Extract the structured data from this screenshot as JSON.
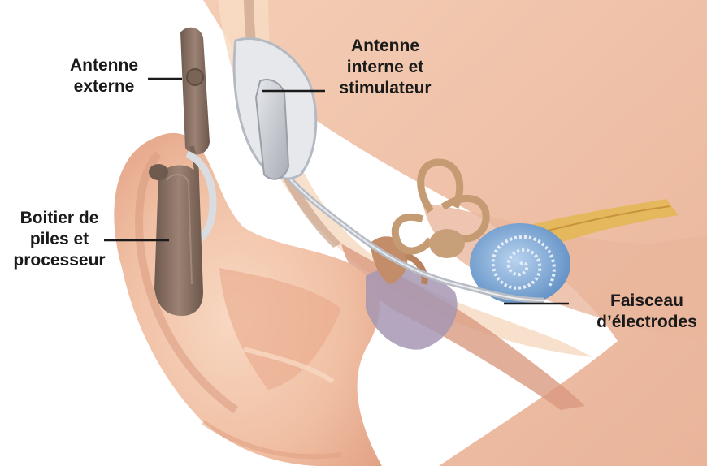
{
  "labels": {
    "external_antenna": [
      "Antenne",
      "externe"
    ],
    "internal_antenna": [
      "Antenne",
      "interne et",
      "stimulateur"
    ],
    "battery_processor": [
      "Boitier de",
      "piles et",
      "processeur"
    ],
    "electrode_array": [
      "Faisceau",
      "d’électrodes"
    ]
  },
  "colors": {
    "skin": "#f2c4a8",
    "skin_shadow": "#d99a80",
    "device_brown": "#8a7264",
    "cochlea_blue": "#7fa8d4",
    "implant_grey": "#c9ccd2",
    "leader_line": "#1a1a1a"
  }
}
